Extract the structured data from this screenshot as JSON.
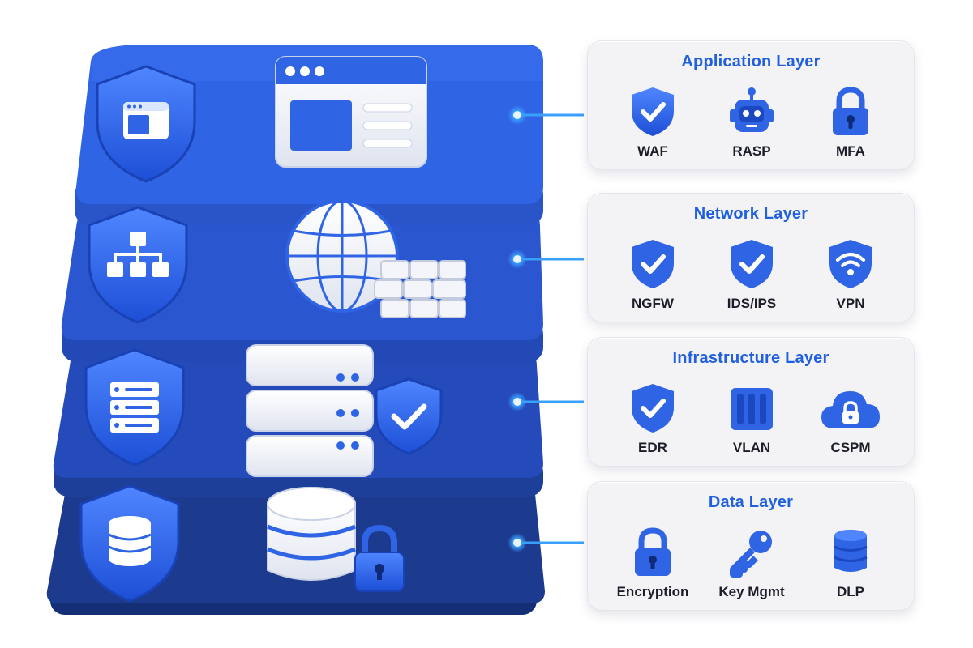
{
  "layers": [
    {
      "title": "Application Layer",
      "tools": [
        {
          "label": "WAF",
          "icon": "shield-check-icon"
        },
        {
          "label": "RASP",
          "icon": "robot-icon"
        },
        {
          "label": "MFA",
          "icon": "padlock-icon"
        }
      ]
    },
    {
      "title": "Network Layer",
      "tools": [
        {
          "label": "NGFW",
          "icon": "shield-check-icon"
        },
        {
          "label": "IDS/IPS",
          "icon": "shield-check-icon"
        },
        {
          "label": "VPN",
          "icon": "shield-wifi-icon"
        }
      ]
    },
    {
      "title": "Infrastructure Layer",
      "tools": [
        {
          "label": "EDR",
          "icon": "shield-check-icon"
        },
        {
          "label": "VLAN",
          "icon": "vlan-bars-icon"
        },
        {
          "label": "CSPM",
          "icon": "cloud-lock-icon"
        }
      ]
    },
    {
      "title": "Data Layer",
      "tools": [
        {
          "label": "Encryption",
          "icon": "padlock-icon"
        },
        {
          "label": "Key Mgmt",
          "icon": "key-icon"
        },
        {
          "label": "DLP",
          "icon": "database-stack-icon"
        }
      ]
    }
  ],
  "colors": {
    "accent": "#2563eb",
    "title_blue": "#1f5fe0",
    "layer_colors": [
      "#2f64e4",
      "#2a56cf",
      "#254aba",
      "#1c3a8e"
    ],
    "connector": "#3aa0ff"
  }
}
